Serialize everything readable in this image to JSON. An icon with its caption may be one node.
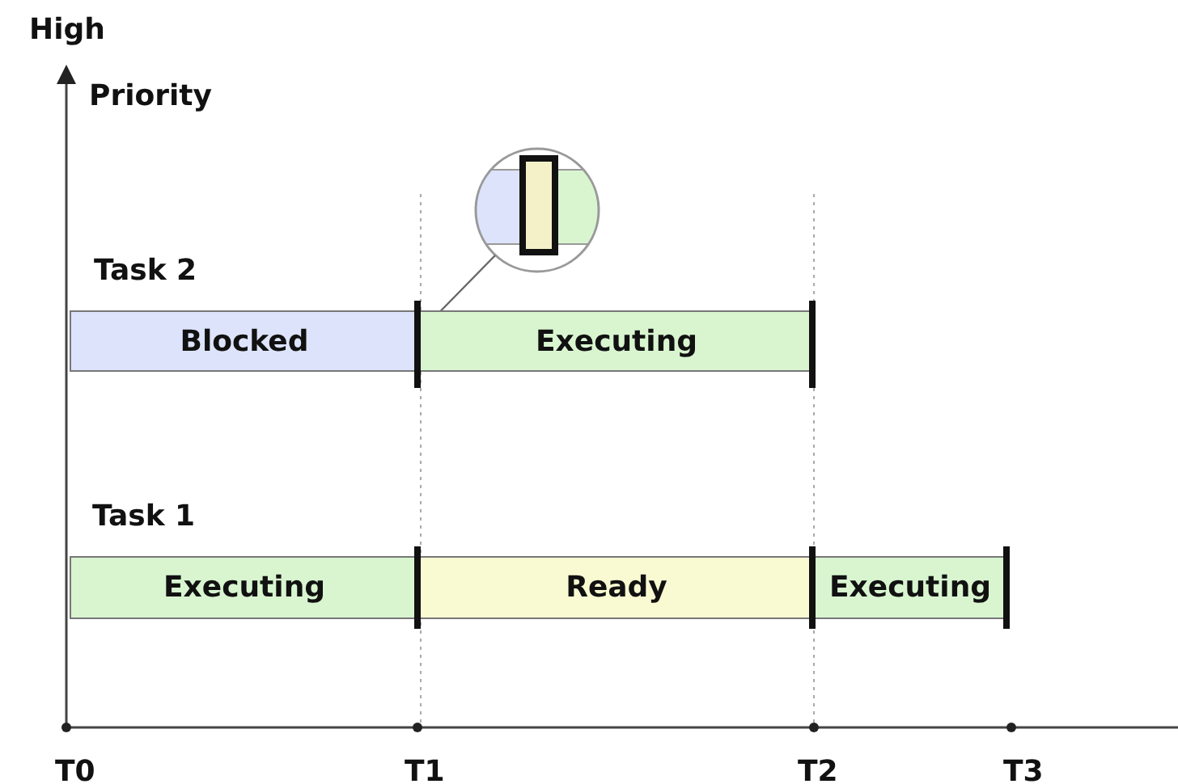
{
  "diagram": {
    "nodes": [
      {
        "text": [
          "Blocked"
        ]
      },
      {
        "text": [
          "Executing"
        ]
      },
      {
        "text": [
          "Executing"
        ]
      },
      {
        "text": [
          "Ready"
        ]
      },
      {
        "text": [
          "Executing"
        ]
      },
      {
        "text": [],
        "shape": "circle"
      }
    ],
    "edges": [
      {
        "from": 5,
        "to": 0,
        "arrow": "none"
      }
    ],
    "labels": [
      "High",
      "Priority",
      "Task 2",
      "Task 1",
      "T0",
      "T1",
      "T2",
      "T3"
    ]
  }
}
